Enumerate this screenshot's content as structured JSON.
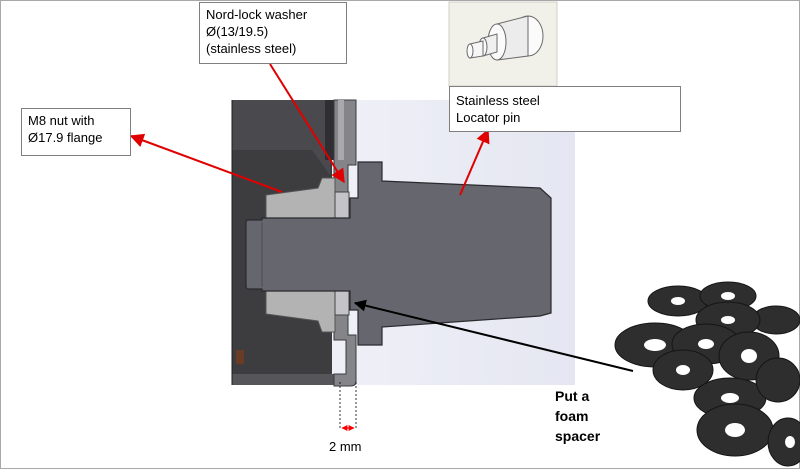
{
  "callouts": {
    "washer": {
      "line1": "Nord-lock washer",
      "line2": "Ø(13/19.5)",
      "line3": "(stainless steel)"
    },
    "nut": {
      "line1": "M8 nut with",
      "line2": "Ø17.9 flange"
    },
    "pin": {
      "line1": "Stainless steel",
      "line2": "Locator pin"
    }
  },
  "foam": {
    "line1": "Put a",
    "line2": "foam",
    "line3": "spacer"
  },
  "dimension": {
    "label": "2 mm"
  },
  "colors": {
    "annotation_arrow": "#e00000",
    "foam_arrow": "#000000",
    "dimension_mark": "#ff0000",
    "section_dark": "#3d3d40",
    "pin_fill": "#66666e",
    "nut_fill": "#b2b2b2",
    "background_panel": "#e6e8f2",
    "foam_washer": "#2e2e2e"
  },
  "icons": [
    "locator-pin-thumbnail",
    "foam-washers-photo"
  ]
}
